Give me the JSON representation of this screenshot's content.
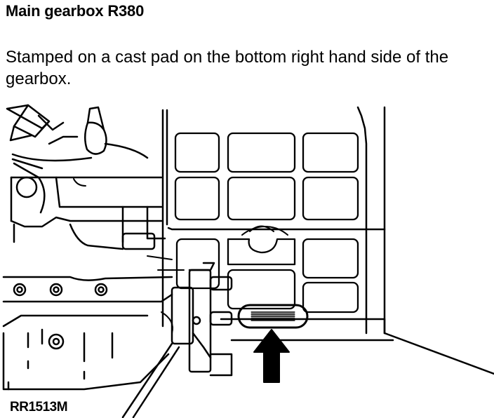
{
  "document": {
    "title": "Main gearbox R380",
    "description": "Stamped on a cast pad on the bottom right hand side of the gearbox.",
    "figure_ref": "RR1513M"
  },
  "colors": {
    "ink": "#000000",
    "paper": "#ffffff"
  }
}
